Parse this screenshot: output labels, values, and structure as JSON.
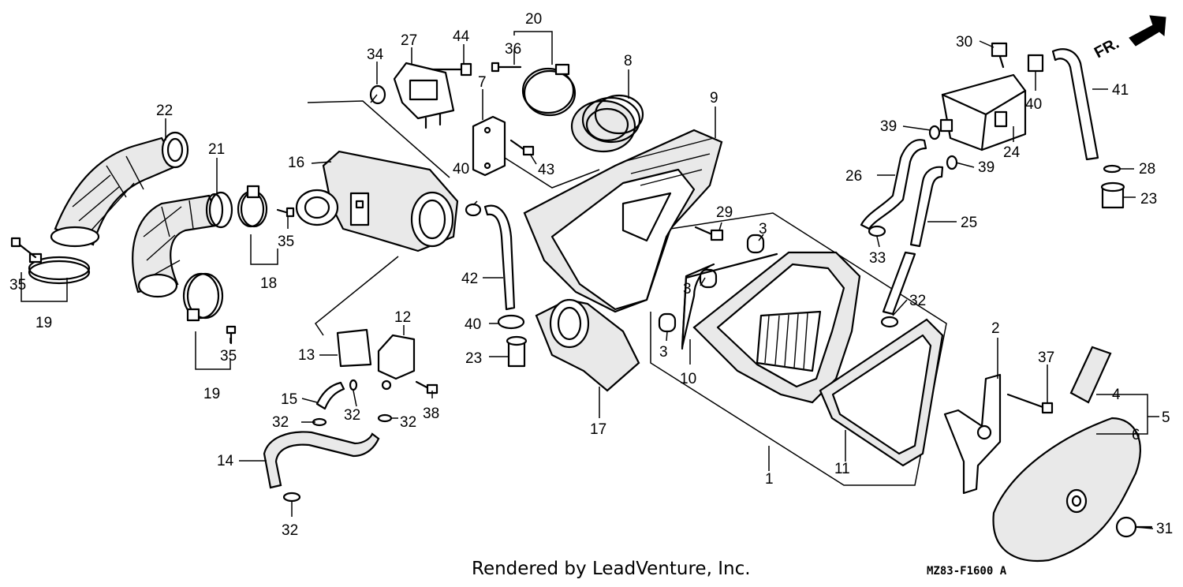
{
  "footer": {
    "credit": "Rendered by LeadVenture, Inc.",
    "diagram_code": "MZ83-F1600 A"
  },
  "direction_label": "FR.",
  "callouts": [
    "1",
    "2",
    "3",
    "4",
    "5",
    "6",
    "7",
    "8",
    "9",
    "10",
    "11",
    "12",
    "13",
    "14",
    "15",
    "16",
    "17",
    "18",
    "19",
    "20",
    "21",
    "22",
    "23",
    "24",
    "25",
    "26",
    "27",
    "28",
    "29",
    "30",
    "31",
    "32",
    "33",
    "34",
    "35",
    "36",
    "37",
    "38",
    "39",
    "40",
    "41",
    "42",
    "43",
    "44"
  ]
}
